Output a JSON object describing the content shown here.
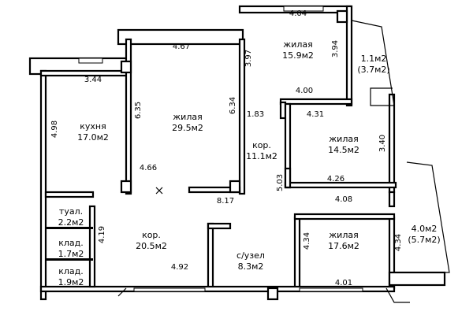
{
  "rooms": {
    "kitchen": {
      "name": "кухня",
      "area": "17.0м2"
    },
    "living1": {
      "name": "жилая",
      "area": "29.5м2"
    },
    "living2": {
      "name": "жилая",
      "area": "15.9м2"
    },
    "balcony1": {
      "area": "1.1м2",
      "area_full": "(3.7м2)"
    },
    "living3": {
      "name": "жилая",
      "area": "14.5м2"
    },
    "corridor1": {
      "name": "кор.",
      "area": "11.1м2"
    },
    "toilet": {
      "name": "туал.",
      "area": "2.2м2"
    },
    "pantry1": {
      "name": "клад.",
      "area": "1.7м2"
    },
    "pantry2": {
      "name": "клад.",
      "area": "1.9м2"
    },
    "corridor2": {
      "name": "кор.",
      "area": "20.5м2"
    },
    "bathroom": {
      "name": "с/узел",
      "area": "8.3м2"
    },
    "living4": {
      "name": "жилая",
      "area": "17.6м2"
    },
    "balcony2": {
      "area": "4.0м2",
      "area_full": "(5.7м2)"
    }
  },
  "dimensions": {
    "d_4_04": "4.04",
    "d_4_67": "4.67",
    "d_3_97": "3.97",
    "d_3_94": "3.94",
    "d_3_44": "3.44",
    "d_4_00": "4.00",
    "d_6_35": "6.35",
    "d_6_34": "6.34",
    "d_4_98": "4.98",
    "d_1_83": "1.83",
    "d_4_31": "4.31",
    "d_3_40": "3.40",
    "d_4_66": "4.66",
    "d_5_03": "5.03",
    "d_4_26": "4.26",
    "d_4_08": "4.08",
    "d_8_17": "8.17",
    "d_4_19": "4.19",
    "d_4_34a": "4.34",
    "d_4_34b": "4.34",
    "d_4_92": "4.92",
    "d_4_01": "4.01"
  }
}
